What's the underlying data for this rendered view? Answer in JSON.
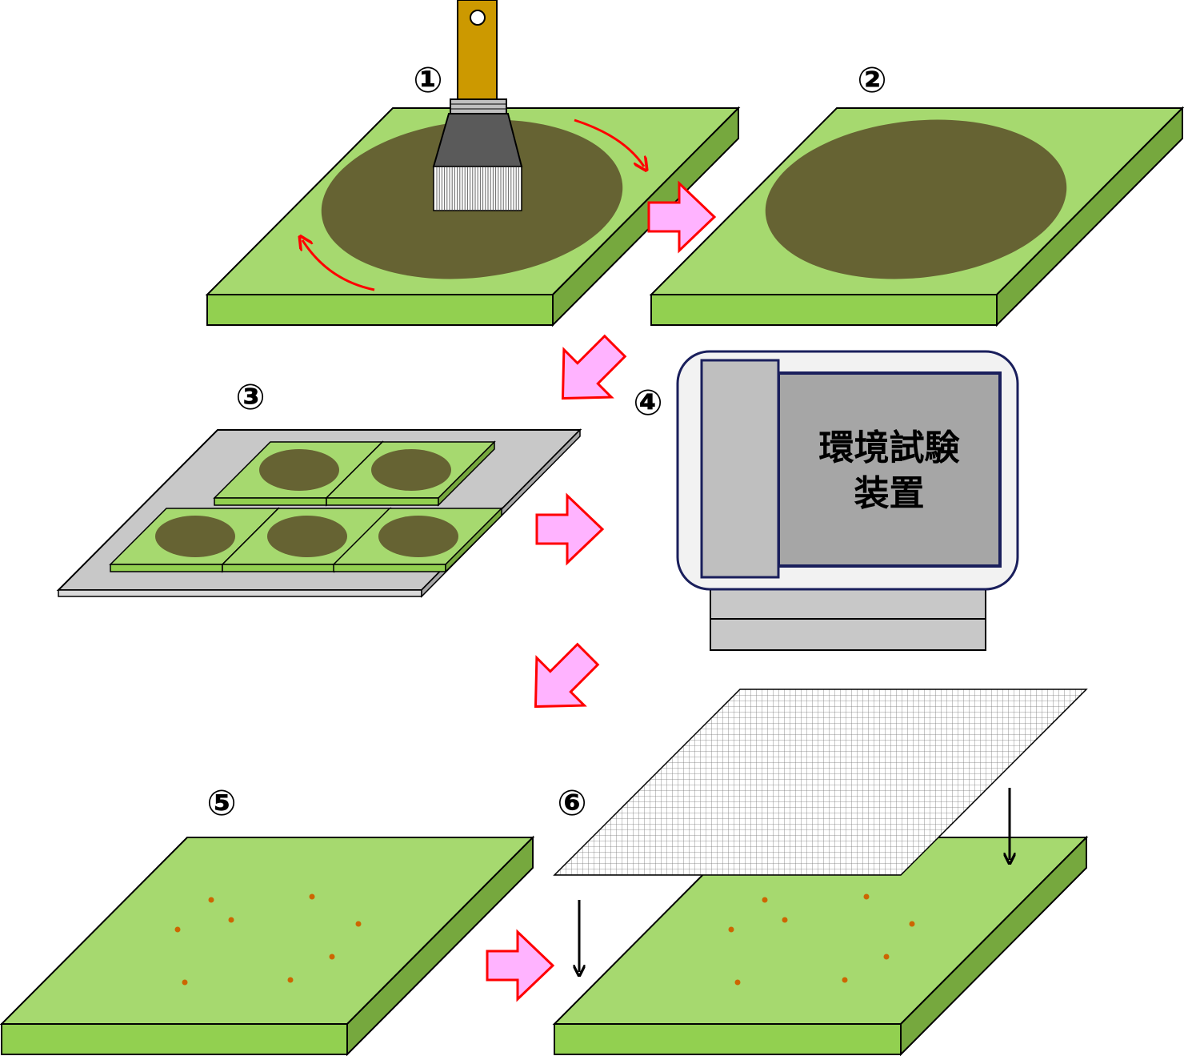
{
  "step_labels": {
    "step1": "①",
    "step2": "②",
    "step3": "③",
    "step4": "④",
    "step5": "⑤",
    "step6": "⑥"
  },
  "device": {
    "label_line1": "環境試験",
    "label_line2": "装置"
  },
  "colors": {
    "plate_top": "#a6d96f",
    "plate_front": "#92d050",
    "plate_side": "#76a83e",
    "coating": "#666333",
    "tray": "#c8c8c8",
    "device_frame": "#1a1f5c",
    "device_panel": "#a6a6a6",
    "device_door": "#bfbfbf",
    "flow_arrow_fill": "#ffb3ff",
    "flow_arrow_stroke": "#ff0000",
    "rotation_arrow": "#ff0000",
    "brush_handle": "#cc9900",
    "brush_head": "#5a5a5a",
    "rust_dot": "#cc6600"
  },
  "icons": {
    "brush": "paint-brush-icon",
    "flow": "block-arrow-icon",
    "down": "down-arrow-icon"
  }
}
